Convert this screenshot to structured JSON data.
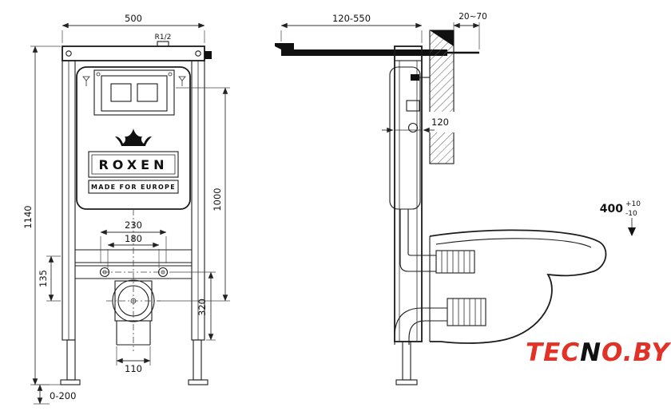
{
  "front_view": {
    "dims": {
      "frame_width": "500",
      "frame_height": "1140",
      "water_thread": "R1/2",
      "fixing_span_outer": "230",
      "fixing_span_inner": "180",
      "left_offset": "135",
      "flush_pipe_height": "1000",
      "outlet_height": "320",
      "drain_offset": "110",
      "feet_adjust_range": "0-200"
    },
    "brand_name": "ROXEN",
    "brand_tagline": "MADE FOR EUROPE"
  },
  "side_view": {
    "dims": {
      "arm_length_range": "120-550",
      "cladding_range": "20~70",
      "frame_depth": "120",
      "bowl_top_height": "400",
      "bowl_top_tol_plus": "+10",
      "bowl_top_tol_minus": "-10"
    }
  },
  "watermark": {
    "part1": "TEC",
    "part2": "N",
    "part3": "O.BY"
  }
}
